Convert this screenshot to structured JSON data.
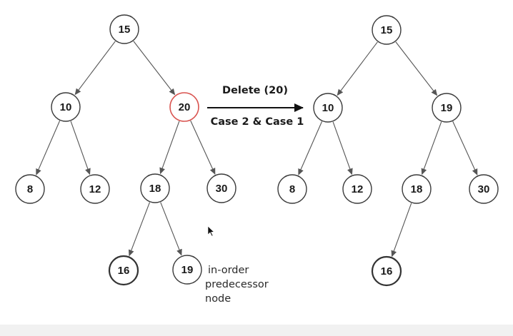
{
  "before_tree": {
    "nodes": [
      {
        "id": "b15",
        "value": "15"
      },
      {
        "id": "b10",
        "value": "10"
      },
      {
        "id": "b20",
        "value": "20",
        "highlight": true
      },
      {
        "id": "b8",
        "value": "8"
      },
      {
        "id": "b12",
        "value": "12"
      },
      {
        "id": "b18",
        "value": "18"
      },
      {
        "id": "b30",
        "value": "30"
      },
      {
        "id": "b16",
        "value": "16",
        "thick": true
      },
      {
        "id": "b19",
        "value": "19"
      }
    ],
    "edges": [
      [
        "b15",
        "b10"
      ],
      [
        "b15",
        "b20"
      ],
      [
        "b10",
        "b8"
      ],
      [
        "b10",
        "b12"
      ],
      [
        "b20",
        "b18"
      ],
      [
        "b20",
        "b30"
      ],
      [
        "b18",
        "b16"
      ],
      [
        "b18",
        "b19"
      ]
    ]
  },
  "after_tree": {
    "nodes": [
      {
        "id": "a15",
        "value": "15"
      },
      {
        "id": "a10",
        "value": "10"
      },
      {
        "id": "a19",
        "value": "19"
      },
      {
        "id": "a8",
        "value": "8"
      },
      {
        "id": "a12",
        "value": "12"
      },
      {
        "id": "a18",
        "value": "18"
      },
      {
        "id": "a30",
        "value": "30"
      },
      {
        "id": "a16",
        "value": "16",
        "thick": true
      }
    ],
    "edges": [
      [
        "a15",
        "a10"
      ],
      [
        "a15",
        "a19"
      ],
      [
        "a10",
        "a8"
      ],
      [
        "a10",
        "a12"
      ],
      [
        "a19",
        "a18"
      ],
      [
        "a19",
        "a30"
      ],
      [
        "a18",
        "a16"
      ]
    ]
  },
  "operation": {
    "title": "Delete (20)",
    "subtitle": "Case 2 & Case 1"
  },
  "annotation": {
    "lines": [
      "in-order",
      "predecessor",
      "node"
    ]
  },
  "colors": {
    "node_border": "#3a3a3a",
    "highlight_border": "#d9534f",
    "edge": "#555555",
    "background": "#ffffff"
  }
}
